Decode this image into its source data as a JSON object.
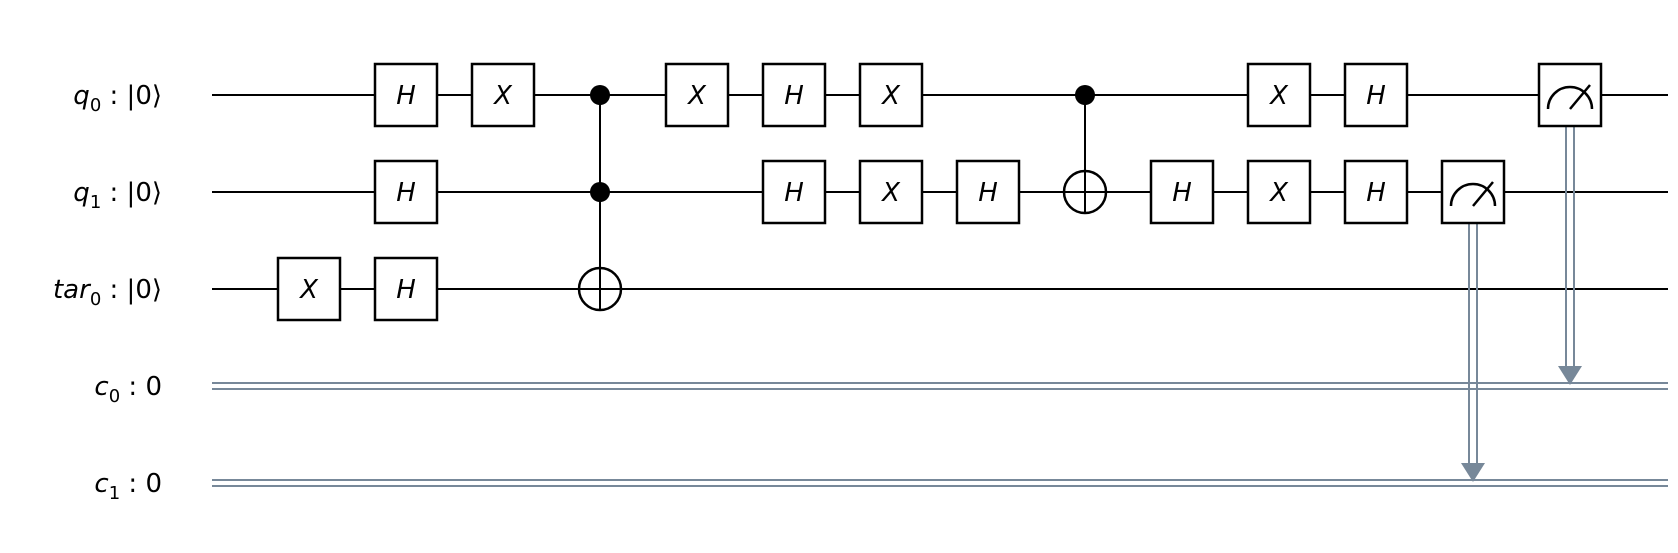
{
  "colors": {
    "wire": "#000000",
    "classical": "#778899",
    "gate_fill": "#ffffff",
    "gate_stroke": "#000000"
  },
  "registers": [
    {
      "id": "q0",
      "kind": "quantum",
      "base": "q",
      "sub": "0",
      "suffix": " : |0⟩"
    },
    {
      "id": "q1",
      "kind": "quantum",
      "base": "q",
      "sub": "1",
      "suffix": " : |0⟩"
    },
    {
      "id": "tar0",
      "kind": "quantum",
      "base": "tar",
      "sub": "0",
      "suffix": " : |0⟩"
    },
    {
      "id": "c0",
      "kind": "classical",
      "base": "c",
      "sub": "0",
      "suffix": " :  0"
    },
    {
      "id": "c1",
      "kind": "classical",
      "base": "c",
      "sub": "1",
      "suffix": " :  0"
    }
  ],
  "operations": [
    {
      "col": 1,
      "type": "gate",
      "label": "X",
      "qubit": "tar0"
    },
    {
      "col": 2,
      "type": "gate",
      "label": "H",
      "qubit": "q0"
    },
    {
      "col": 2,
      "type": "gate",
      "label": "H",
      "qubit": "q1"
    },
    {
      "col": 2,
      "type": "gate",
      "label": "H",
      "qubit": "tar0"
    },
    {
      "col": 3,
      "type": "gate",
      "label": "X",
      "qubit": "q0"
    },
    {
      "col": 4,
      "type": "multi-controlled-x",
      "controls": [
        "q0",
        "q1"
      ],
      "target": "tar0"
    },
    {
      "col": 5,
      "type": "gate",
      "label": "X",
      "qubit": "q0"
    },
    {
      "col": 6,
      "type": "gate",
      "label": "H",
      "qubit": "q0"
    },
    {
      "col": 6,
      "type": "gate",
      "label": "H",
      "qubit": "q1"
    },
    {
      "col": 7,
      "type": "gate",
      "label": "X",
      "qubit": "q0"
    },
    {
      "col": 7,
      "type": "gate",
      "label": "X",
      "qubit": "q1"
    },
    {
      "col": 8,
      "type": "gate",
      "label": "H",
      "qubit": "q1"
    },
    {
      "col": 9,
      "type": "controlled-x",
      "controls": [
        "q0"
      ],
      "target": "q1"
    },
    {
      "col": 10,
      "type": "gate",
      "label": "H",
      "qubit": "q1"
    },
    {
      "col": 11,
      "type": "gate",
      "label": "X",
      "qubit": "q0"
    },
    {
      "col": 11,
      "type": "gate",
      "label": "X",
      "qubit": "q1"
    },
    {
      "col": 12,
      "type": "gate",
      "label": "H",
      "qubit": "q0"
    },
    {
      "col": 12,
      "type": "gate",
      "label": "H",
      "qubit": "q1"
    },
    {
      "col": 13,
      "type": "measure",
      "qubit": "q1",
      "clbit": "c1"
    },
    {
      "col": 14,
      "type": "measure",
      "qubit": "q0",
      "clbit": "c0"
    }
  ]
}
